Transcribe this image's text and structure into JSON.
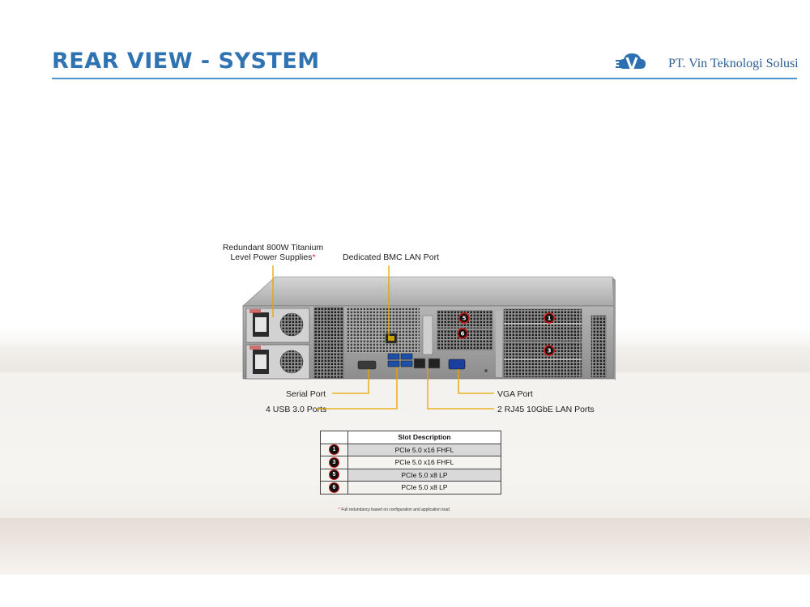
{
  "header": {
    "title": "REAR VIEW - SYSTEM",
    "company": "PT. Vin Teknologi Solusi"
  },
  "callouts": {
    "psu_line1": "Redundant 800W Titanium",
    "psu_line2": "Level Power Supplies",
    "psu_mark": "*",
    "bmc": "Dedicated BMC LAN Port",
    "serial": "Serial Port",
    "usb": "4 USB 3.0 Ports",
    "vga": "VGA Port",
    "lan": "2 RJ45 10GbE LAN Ports"
  },
  "slot_badges": [
    "5",
    "6",
    "1",
    "3"
  ],
  "slot_table": {
    "header": "Slot Description",
    "rows": [
      {
        "slot": "1",
        "desc": "PCIe 5.0 x16 FHFL"
      },
      {
        "slot": "3",
        "desc": "PCIe 5.0 x16 FHFL"
      },
      {
        "slot": "5",
        "desc": "PCIe 5.0 x8 LP"
      },
      {
        "slot": "6",
        "desc": "PCIe 5.0 x8 LP"
      }
    ]
  },
  "footnote": {
    "mark": "*",
    "text": " Full redundancy based on configuration and application load."
  },
  "colors": {
    "title": "#2f73b3",
    "rule": "#4c93c7",
    "callout_line": "#e8a300",
    "badge_ring": "#d01818"
  }
}
